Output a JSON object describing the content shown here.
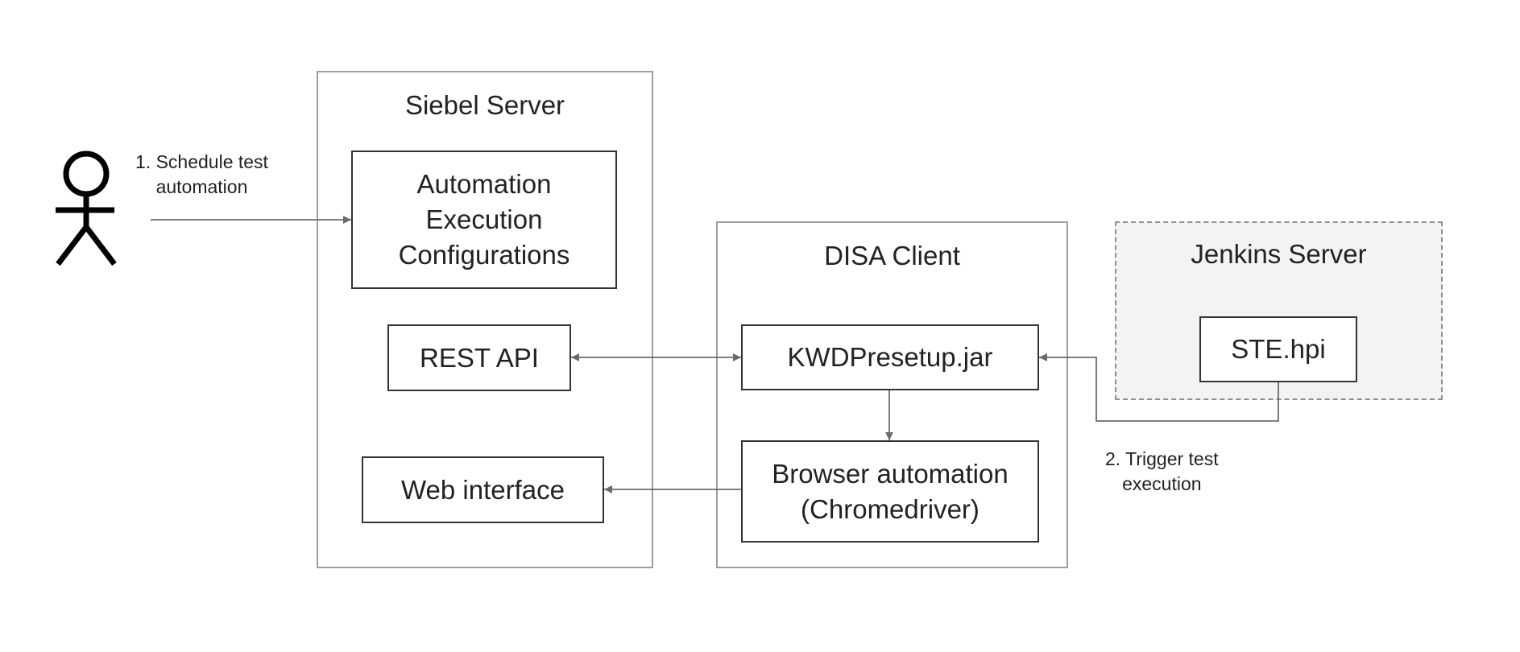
{
  "actor": {
    "icon": "person-icon"
  },
  "siebel": {
    "title": "Siebel Server",
    "config_label": "Automation\nExecution\nConfigurations",
    "rest_label": "REST API",
    "web_label": "Web interface"
  },
  "disa": {
    "title": "DISA Client",
    "kwd_label": "KWDPresetup.jar",
    "browser_label": "Browser automation\n(Chromedriver)"
  },
  "jenkins": {
    "title": "Jenkins Server",
    "ste_label": "STE.hpi"
  },
  "steps": {
    "step1": "1. Schedule test\nautomation",
    "step2": "2. Trigger test\nexecution"
  },
  "colors": {
    "line": "#6b6b6b",
    "box_border": "#333333",
    "container_border": "#9e9e9e",
    "jenkins_fill": "#f3f3f3"
  }
}
